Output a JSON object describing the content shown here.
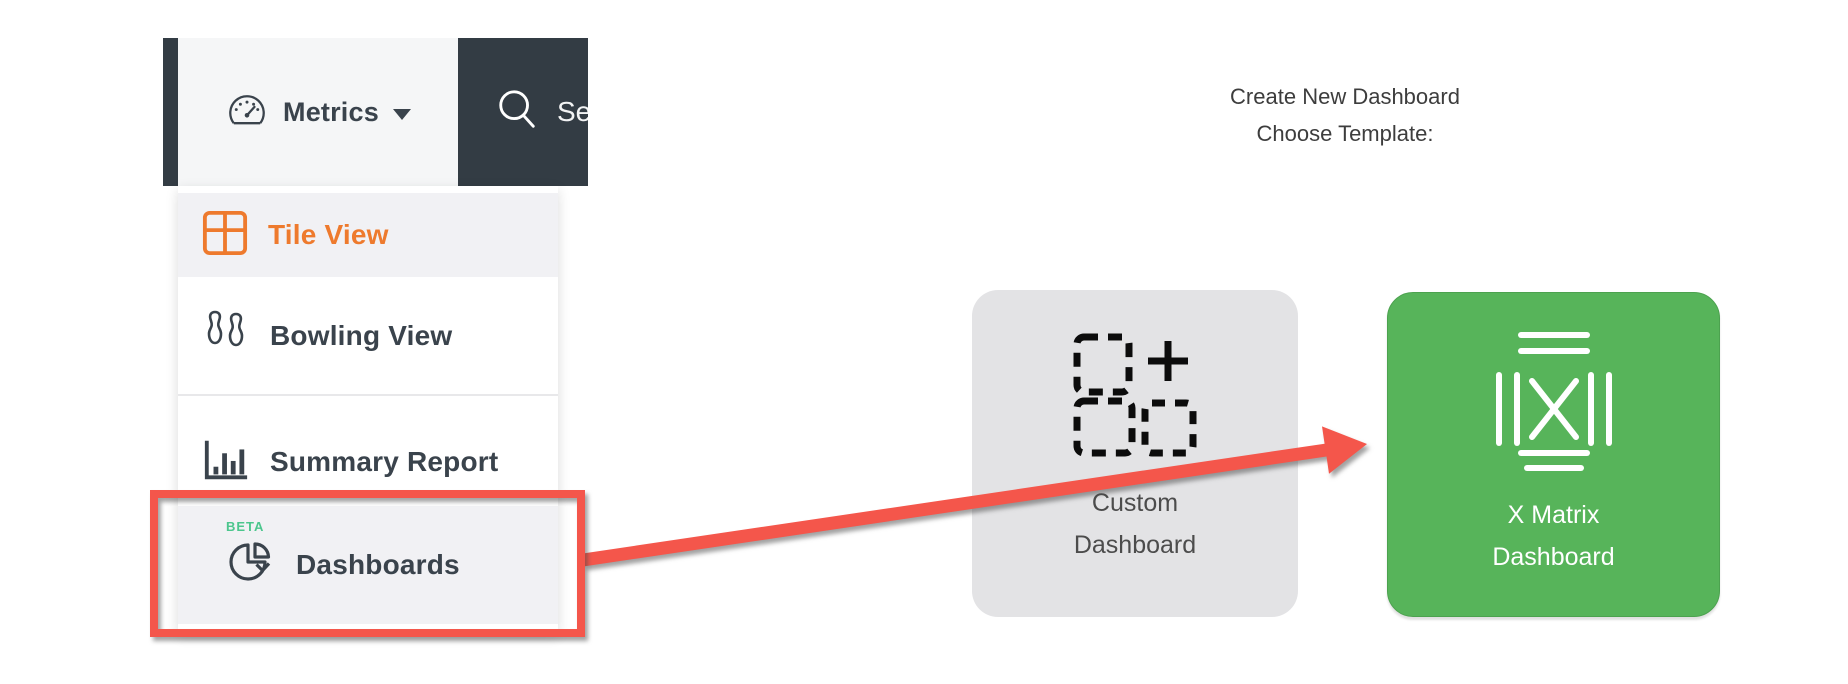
{
  "header": {
    "nav_item": {
      "label": "Metrics",
      "icon": "gauge-icon"
    },
    "search": {
      "visible_text": "Se",
      "icon": "magnifier-icon"
    }
  },
  "menu": {
    "items": [
      {
        "label": "Tile View",
        "icon": "grid-icon",
        "active": true
      },
      {
        "label": "Bowling View",
        "icon": "bowling-pins-icon",
        "active": false
      },
      {
        "label": "Summary Report",
        "icon": "bar-chart-icon",
        "active": false
      },
      {
        "label": "Dashboards",
        "icon": "pie-chart-icon",
        "active": false,
        "badge": "BETA"
      }
    ]
  },
  "create_panel": {
    "title_line1": "Create New Dashboard",
    "title_line2": "Choose Template:",
    "templates": [
      {
        "label_line1": "Custom",
        "label_line2": "Dashboard",
        "icon": "custom-dashboard-icon",
        "bg": "#e3e3e5",
        "text_color": "#4c4c4c"
      },
      {
        "label_line1": "X Matrix",
        "label_line2": "Dashboard",
        "icon": "x-matrix-icon",
        "bg": "#57b45a",
        "text_color": "#ffffff"
      }
    ]
  },
  "annotations": {
    "highlight_shape": "rectangle-around-dashboards",
    "arrow": "dashboards-to-x-matrix-template",
    "color": "#f4564b"
  },
  "colors": {
    "navbar_dark": "#333c44",
    "menu_text": "#3a434c",
    "accent_orange": "#ee7a2d",
    "beta_green": "#4cc68d",
    "tile_green": "#57b45a",
    "annotation_red": "#f4564b"
  }
}
